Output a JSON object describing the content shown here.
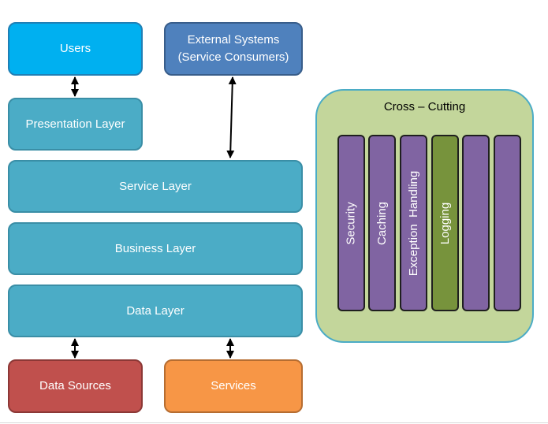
{
  "boxes": {
    "users": "Users",
    "external_line1": "External Systems",
    "external_line2": "(Service Consumers)",
    "presentation": "Presentation Layer",
    "service_layer": "Service Layer",
    "business": "Business Layer",
    "data_layer": "Data Layer",
    "data_sources": "Data Sources",
    "services": "Services"
  },
  "cross_cutting": {
    "title": "Cross – Cutting",
    "concerns": [
      "Security",
      "Caching",
      "Exception  Handling",
      "Logging",
      "",
      ""
    ]
  },
  "colors": {
    "users": "#00b0f0",
    "external": "#4f81bd",
    "layer": "#4bacc6",
    "data_sources": "#c0504d",
    "services": "#f79646",
    "cross_cutting_bg": "#c3d69b",
    "concern_purple": "#8064a2",
    "concern_green": "#77933c"
  }
}
